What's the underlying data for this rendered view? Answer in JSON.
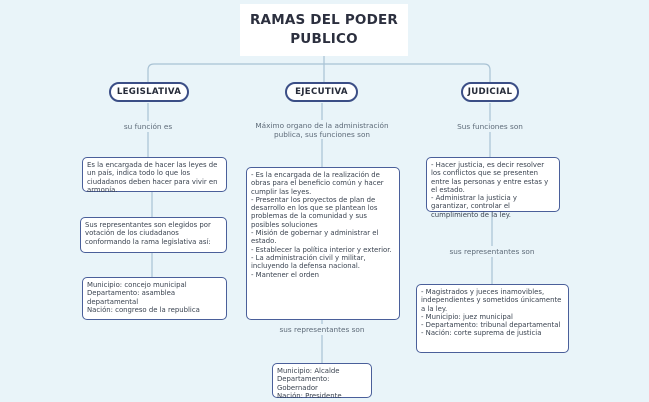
{
  "title": "RAMAS DEL PODER\nPUBLICO",
  "branches": {
    "legislativa": {
      "label": "LEGISLATIVA",
      "connector1": "su función es",
      "box1": "Es la encargada de hacer las leyes de un país, indica todo lo que los ciudadanos deben hacer para vivir en armonía.",
      "box2": "Sus representantes son elegidos por votación de los ciudadanos conformando la rama legislativa así:",
      "box3": "Municipio: concejo municipal\nDepartamento: asamblea departamental\nNación: congreso de la republica"
    },
    "ejecutiva": {
      "label": "EJECUTIVA",
      "connector1": "Máximo organo de la administración publica, sus funciones son",
      "box1": "- Es la encargada de la realización de obras para el beneficio común y hacer cumplir las leyes.\n- Presentar los proyectos de plan de desarrollo en los que se plantean los problemas de la comunidad y sus posibles soluciones\n- Misión de gobernar y administrar el estado.\n- Establecer la política interior y exterior.\n- La administración civil y militar, incluyendo la defensa nacional.\n- Mantener el orden",
      "connector2": "sus  representantes son",
      "box2": "Municipio: Alcalde\nDepartamento: Gobernador\nNación: Presidente"
    },
    "judicial": {
      "label": "JUDICIAL",
      "connector1": "Sus funciones son",
      "box1": "- Hacer justicia, es decir resolver los conflictos que se presenten entre las personas y entre estas y el estado.\n- Administrar la justicia y garantizar, controlar el cumplimiento de la ley.",
      "connector2": "sus representantes son",
      "box2": "- Magistrados y jueces inamovibles, independientes y sometidos únicamente a la ley.\n- Municipio: juez municipal\n- Departamento: tribunal departamental\n- Nación: corte suprema de justicia"
    }
  }
}
